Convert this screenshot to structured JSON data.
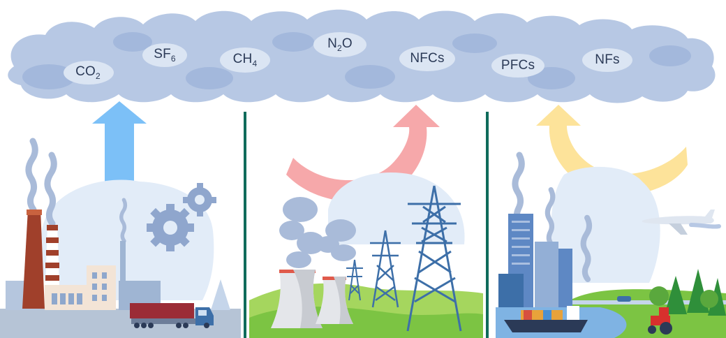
{
  "gases": [
    {
      "id": "co2",
      "base": "CO",
      "sub": "2"
    },
    {
      "id": "sf6",
      "base": "SF",
      "sub": "6"
    },
    {
      "id": "ch4",
      "base": "CH",
      "sub": "4"
    },
    {
      "id": "n2o",
      "base": "N",
      "sub": "2",
      "tail": "O"
    },
    {
      "id": "nfcs",
      "base": "NFCs",
      "sub": ""
    },
    {
      "id": "pfcs",
      "base": "PFCs",
      "sub": ""
    },
    {
      "id": "nfs",
      "base": "NFs",
      "sub": ""
    }
  ],
  "colors": {
    "cloud": "#b7c8e4",
    "cloud_dark": "#a3b8dc",
    "cloud_light": "#dbe5f3",
    "arrow_blue": "#7cc0f7",
    "arrow_pink": "#f6a8aa",
    "arrow_yellow": "#fde39a",
    "divider": "#0f6b5b",
    "grass": "#7cc443",
    "grass_light": "#a5d65e",
    "tower": "#3d6fa8",
    "sky_blob": "#e2ecf8"
  }
}
